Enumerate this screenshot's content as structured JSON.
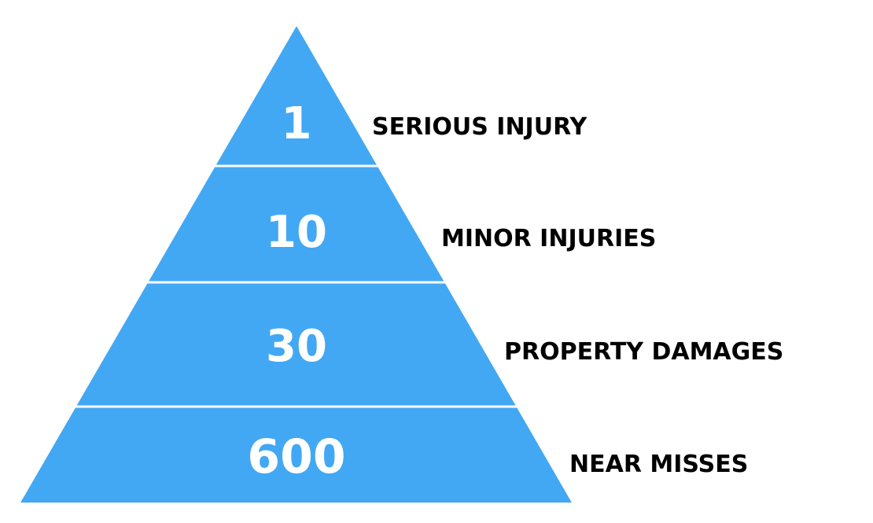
{
  "diagram": {
    "type": "safety-pyramid",
    "fill_color": "#42A8F4",
    "divider_color": "#FFFFFF",
    "label_color": "#000000",
    "number_color": "#FFFFFF",
    "tiers": [
      {
        "value": "1",
        "label": "SERIOUS INJURY"
      },
      {
        "value": "10",
        "label": "MINOR INJURIES"
      },
      {
        "value": "30",
        "label": "PROPERTY DAMAGES"
      },
      {
        "value": "600",
        "label": "NEAR MISSES"
      }
    ]
  }
}
